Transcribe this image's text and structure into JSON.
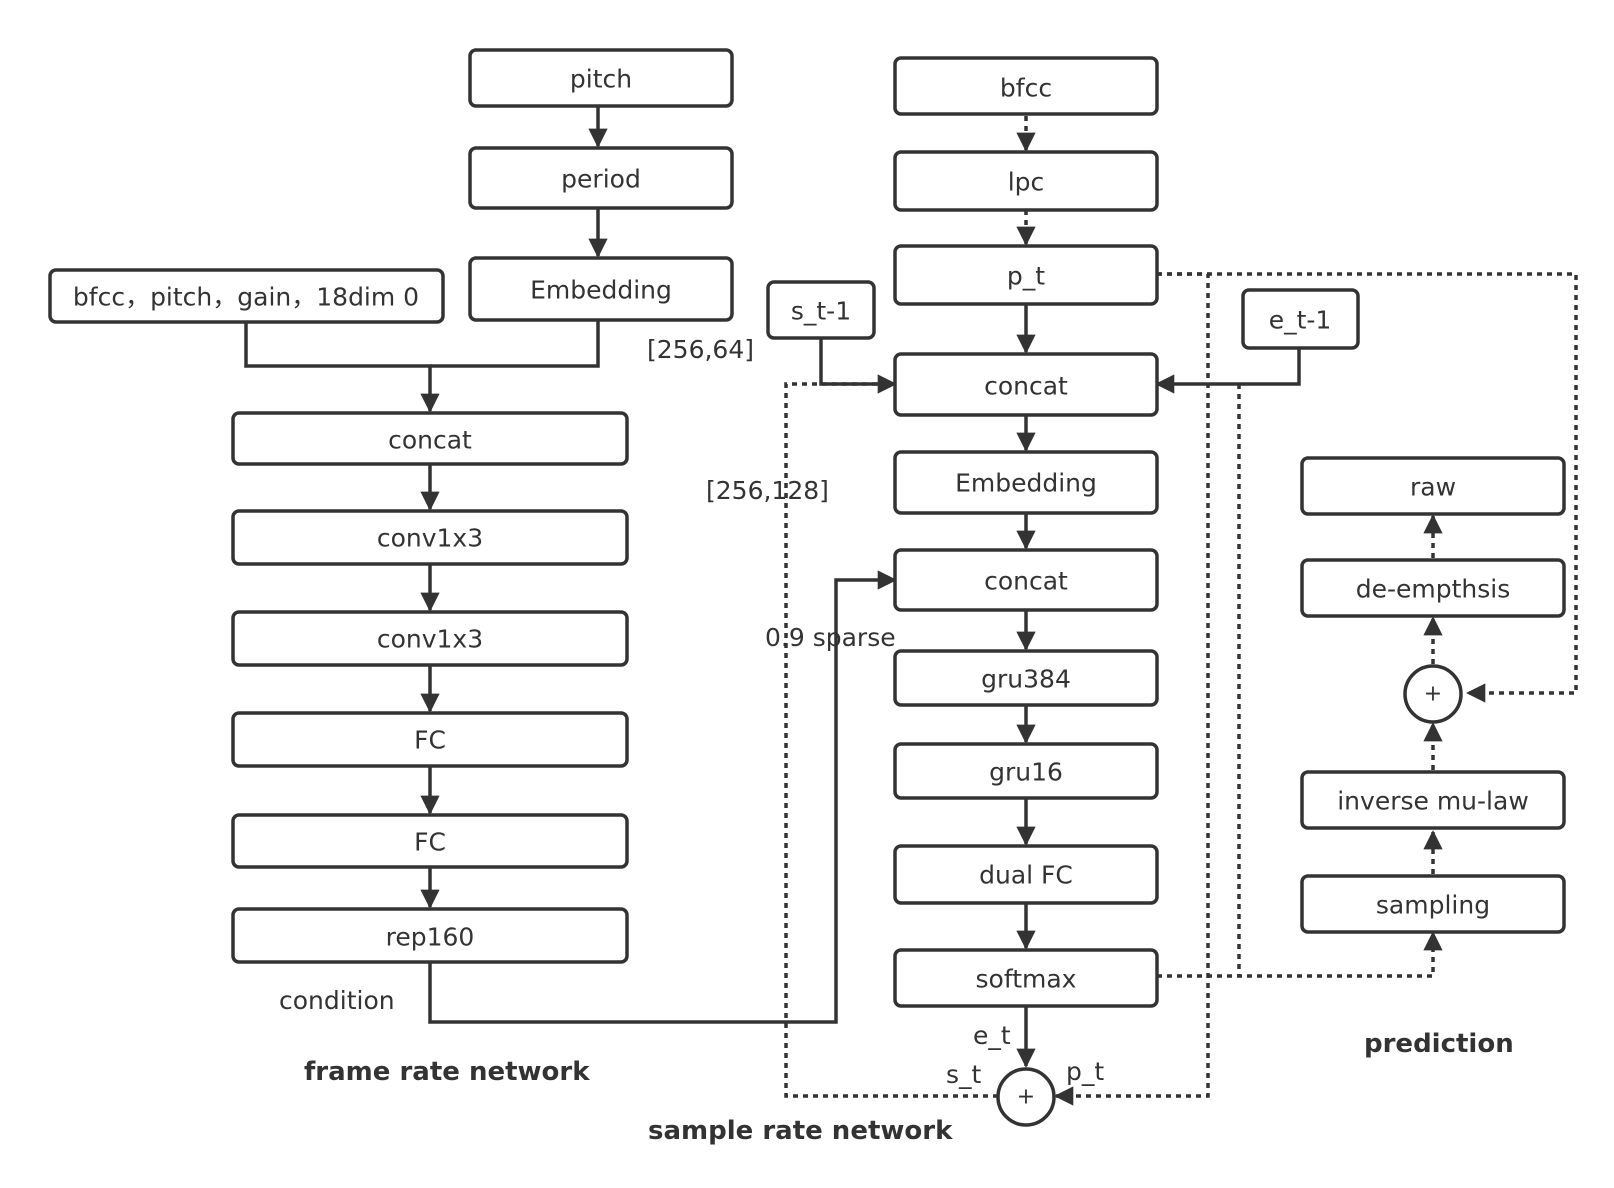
{
  "frame": {
    "title": "frame rate network",
    "boxes": {
      "pitch": "pitch",
      "period": "period",
      "embedding": "Embedding",
      "features": "bfcc，pitch，gain，18dim 0",
      "concat": "concat",
      "conv1": "conv1x3",
      "conv2": "conv1x3",
      "fc1": "FC",
      "fc2": "FC",
      "rep160": "rep160"
    },
    "labels": {
      "embed_size": "[256,64]",
      "condition": "condition"
    }
  },
  "sample": {
    "title": "sample rate network",
    "boxes": {
      "bfcc": "bfcc",
      "lpc": "lpc",
      "p_t": "p_t",
      "s_t1": "s_t-1",
      "e_t1": "e_t-1",
      "concat1": "concat",
      "embedding": "Embedding",
      "concat2": "concat",
      "gru384": "gru384",
      "gru16": "gru16",
      "dualfc": "dual FC",
      "softmax": "softmax"
    },
    "labels": {
      "embed_size": "[256,128]",
      "sparse": "0.9 sparse",
      "e_t": "e_t",
      "s_t": "s_t",
      "p_t": "p_t"
    },
    "plus": "+"
  },
  "prediction": {
    "title": "prediction",
    "boxes": {
      "raw": "raw",
      "deemph": "de-empthsis",
      "invmulaw": "inverse mu-law",
      "sampling": "sampling"
    },
    "plus": "+"
  }
}
